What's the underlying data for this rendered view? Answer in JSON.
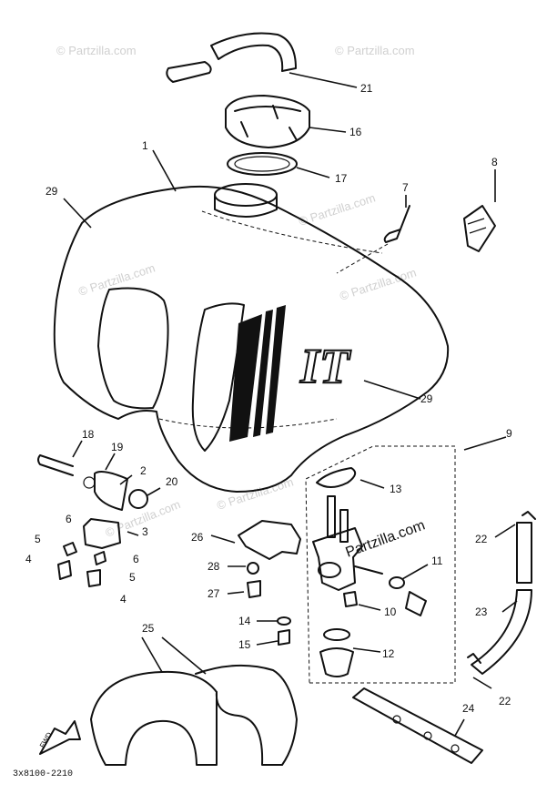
{
  "watermarks": {
    "tl": "© Partzilla.com",
    "tr": "© Partzilla.com",
    "ml": "© Partzilla.com",
    "mr": "© Partzilla.com",
    "r2": "© Partzilla.com",
    "low": "© Partzilla.com",
    "center": "© Partzilla.com",
    "right": "Partzilla.com"
  },
  "diagram_code": "3x8100-2210",
  "callouts": {
    "c1": "1",
    "c2": "2",
    "c3": "3",
    "c4a": "4",
    "c4b": "4",
    "c5a": "5",
    "c5b": "5",
    "c6a": "6",
    "c6b": "6",
    "c7": "7",
    "c8": "8",
    "c9": "9",
    "c10": "10",
    "c11": "11",
    "c12": "12",
    "c13": "13",
    "c14": "14",
    "c15": "15",
    "c16": "16",
    "c17": "17",
    "c18": "18",
    "c19": "19",
    "c20": "20",
    "c21": "21",
    "c22a": "22",
    "c22b": "22",
    "c23": "23",
    "c24": "24",
    "c25": "25",
    "c26": "26",
    "c27": "27",
    "c28": "28",
    "c29a": "29",
    "c29b": "29"
  },
  "decal_text": "IT",
  "fwd_label": "FWD"
}
